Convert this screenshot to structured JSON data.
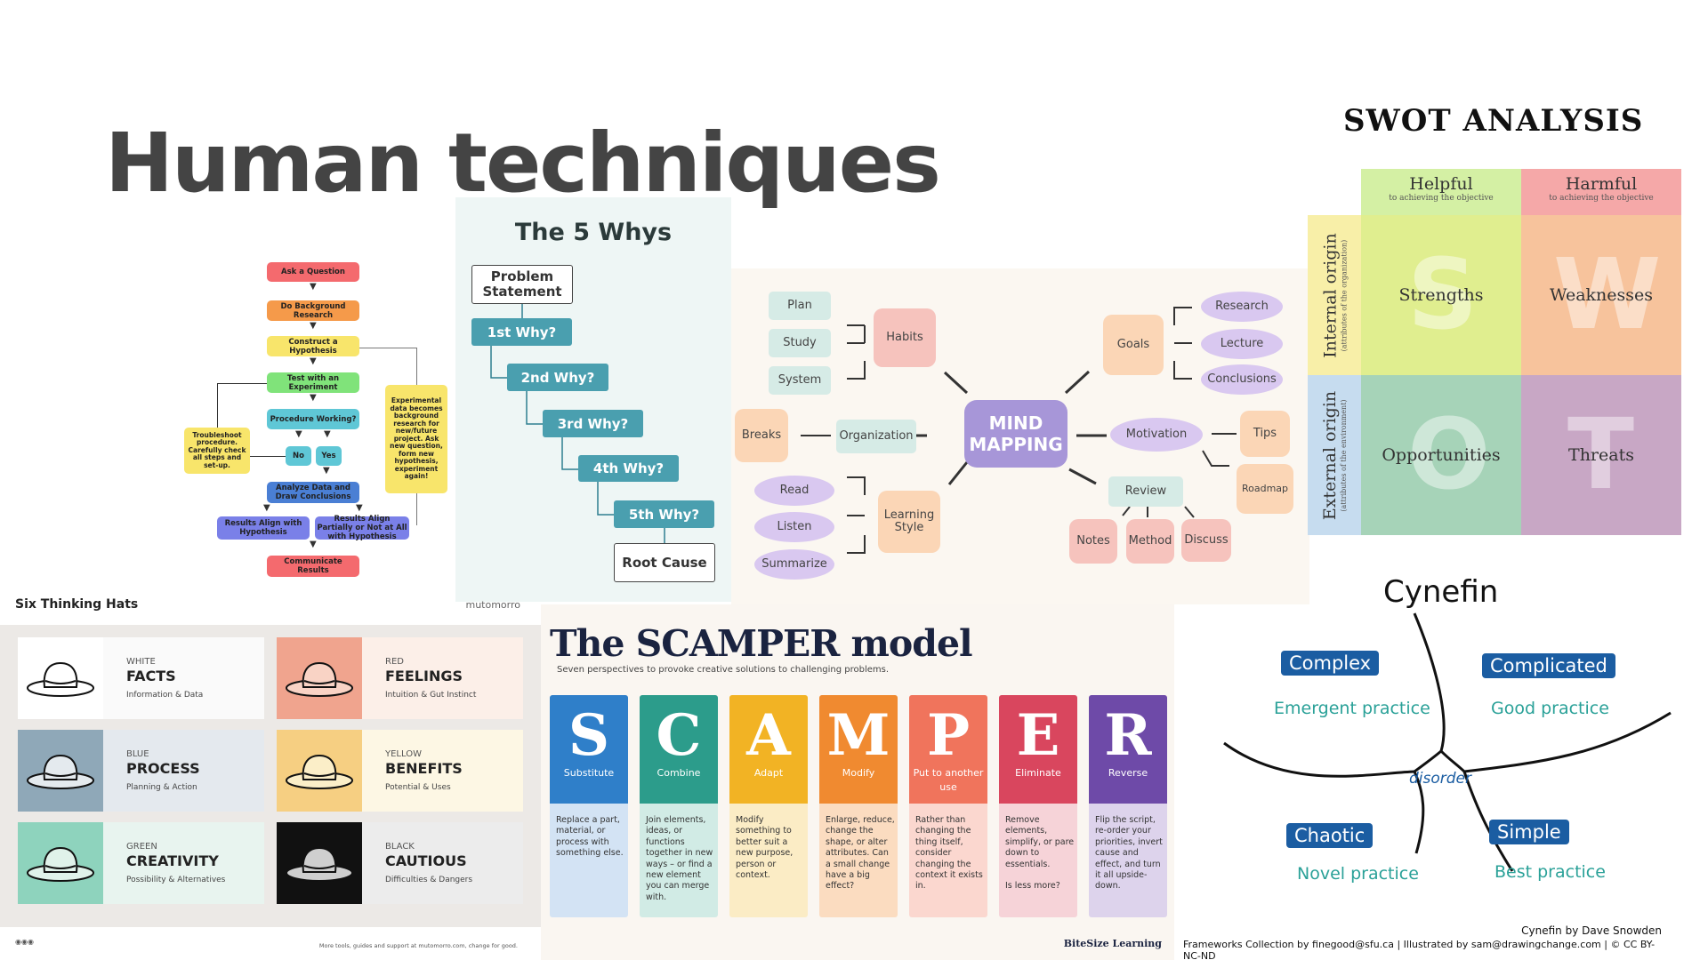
{
  "slide": {
    "title": "Human techniques"
  },
  "scientific_method": {
    "steps": {
      "ask": "Ask a Question",
      "background": "Do Background Research",
      "hypothesis": "Construct a Hypothesis",
      "experiment": "Test with an Experiment",
      "working": "Procedure Working?",
      "no": "No",
      "yes": "Yes",
      "analyze": "Analyze Data and Draw Conclusions",
      "align": "Results Align with Hypothesis",
      "partial": "Results Align Partially or Not at All with Hypothesis",
      "communicate": "Communicate Results",
      "troubleshoot": "Troubleshoot procedure. Carefully check all steps and set-up.",
      "experimental": "Experimental data becomes background research for new/future project. Ask new question, form new hypothesis, experiment again!"
    }
  },
  "five_whys": {
    "title": "The 5 Whys",
    "problem": "Problem Statement",
    "whys": [
      "1st Why?",
      "2nd Why?",
      "3rd Why?",
      "4th Why?",
      "5th Why?"
    ],
    "root": "Root Cause"
  },
  "mind_map": {
    "center": "MIND MAPPING",
    "habits": "Habits",
    "plan": "Plan",
    "study": "Study",
    "system": "System",
    "organization": "Organization",
    "breaks": "Breaks",
    "learning_style": "Learning Style",
    "read": "Read",
    "listen": "Listen",
    "summarize": "Summarize",
    "goals": "Goals",
    "research": "Research",
    "lecture": "Lecture",
    "conclusions": "Conclusions",
    "motivation": "Motivation",
    "tips": "Tips",
    "roadmap": "Roadmap",
    "review": "Review",
    "notes": "Notes",
    "method": "Method",
    "discuss": "Discuss"
  },
  "swot": {
    "title": "SWOT ANALYSIS",
    "helpful": "Helpful",
    "helpful_sub": "to achieving the objective",
    "harmful": "Harmful",
    "harmful_sub": "to achieving the objective",
    "internal": "Internal origin",
    "internal_sub": "(attributes of the organization)",
    "external": "External origin",
    "external_sub": "(attributes of the environment)",
    "strengths": "Strengths",
    "weaknesses": "Weaknesses",
    "opportunities": "Opportunities",
    "threats": "Threats",
    "letters": [
      "S",
      "W",
      "O",
      "T"
    ],
    "colors": {
      "helpful_hd": "#d4f0a4",
      "harmful_hd": "#f5a8a8",
      "internal_side": "#f8efa8",
      "external_side": "#c6dcef",
      "s": "#e0ee8f",
      "w": "#f7c39c",
      "o": "#a6d3b8",
      "t": "#c8a7c5"
    }
  },
  "six_hats": {
    "title": "Six Thinking Hats",
    "brand": "mutomorro",
    "hats": [
      {
        "color": "WHITE",
        "name": "FACTS",
        "desc": "Information & Data",
        "bg": "#ffffff",
        "card": "#fafafa",
        "hat": "#ffffff"
      },
      {
        "color": "RED",
        "name": "FEELINGS",
        "desc": "Intuition & Gut Instinct",
        "bg": "#f0a48e",
        "card": "#fcefe8",
        "hat": "#f9d3c5"
      },
      {
        "color": "BLUE",
        "name": "PROCESS",
        "desc": "Planning & Action",
        "bg": "#8fa8b8",
        "card": "#e4e9ee",
        "hat": "#e4eaee"
      },
      {
        "color": "YELLOW",
        "name": "BENEFITS",
        "desc": "Potential & Uses",
        "bg": "#f6cf82",
        "card": "#fdf7e4",
        "hat": "#fbeec8"
      },
      {
        "color": "GREEN",
        "name": "CREATIVITY",
        "desc": "Possibility & Alternatives",
        "bg": "#8ed3bd",
        "card": "#e8f4ef",
        "hat": "#e0f2ea"
      },
      {
        "color": "BLACK",
        "name": "CAUTIOUS",
        "desc": "Difficulties & Dangers",
        "bg": "#111111",
        "card": "#ececec",
        "hat": "#cfcfcf"
      }
    ],
    "footer": "More tools, guides and support at mutomorro.com, change for good."
  },
  "scamper": {
    "title": "The SCAMPER model",
    "subtitle": "Seven perspectives to provoke creative solutions to challenging problems.",
    "brand": "BiteSize Learning",
    "items": [
      {
        "letter": "S",
        "word": "Substitute",
        "desc": "Replace a part, material, or process with something else.",
        "color": "#2f7fc9",
        "light": "#d3e3f4"
      },
      {
        "letter": "C",
        "word": "Combine",
        "desc": "Join elements, ideas, or functions together in new ways – or find a new element you can merge with.",
        "color": "#2c9c8b",
        "light": "#d1ebe5"
      },
      {
        "letter": "A",
        "word": "Adapt",
        "desc": "Modify something to better suit a new purpose, person or context.",
        "color": "#f2b324",
        "light": "#fbecc5"
      },
      {
        "letter": "M",
        "word": "Modify",
        "desc": "Enlarge, reduce, change the shape, or alter attributes. Can a small change have a big effect?",
        "color": "#f08a30",
        "light": "#fbdcc0"
      },
      {
        "letter": "P",
        "word": "Put to another use",
        "desc": "Rather than changing the thing itself, consider changing the context it exists in.",
        "color": "#f0745c",
        "light": "#fbd7cf"
      },
      {
        "letter": "E",
        "word": "Eliminate",
        "desc": "Remove elements, simplify, or pare down to essentials.\n\nIs less more?",
        "color": "#d9465e",
        "light": "#f6d3d8"
      },
      {
        "letter": "R",
        "word": "Reverse",
        "desc": "Flip the script, re-order your priorities, invert cause and effect, and turn it all upside-down.",
        "color": "#6e4aa8",
        "light": "#ddd3ec"
      }
    ]
  },
  "cynefin": {
    "title": "Cynefin",
    "complex": "Complex",
    "complex_practice": "Emergent practice",
    "complicated": "Complicated",
    "complicated_practice": "Good practice",
    "chaotic": "Chaotic",
    "chaotic_practice": "Novel practice",
    "simple": "Simple",
    "simple_practice": "Best practice",
    "disorder": "disorder",
    "credit": "Cynefin by Dave Snowden",
    "credit2": "Frameworks Collection by finegood@sfu.ca | Illustrated by sam@drawingchange.com | © CC BY-NC-ND"
  }
}
